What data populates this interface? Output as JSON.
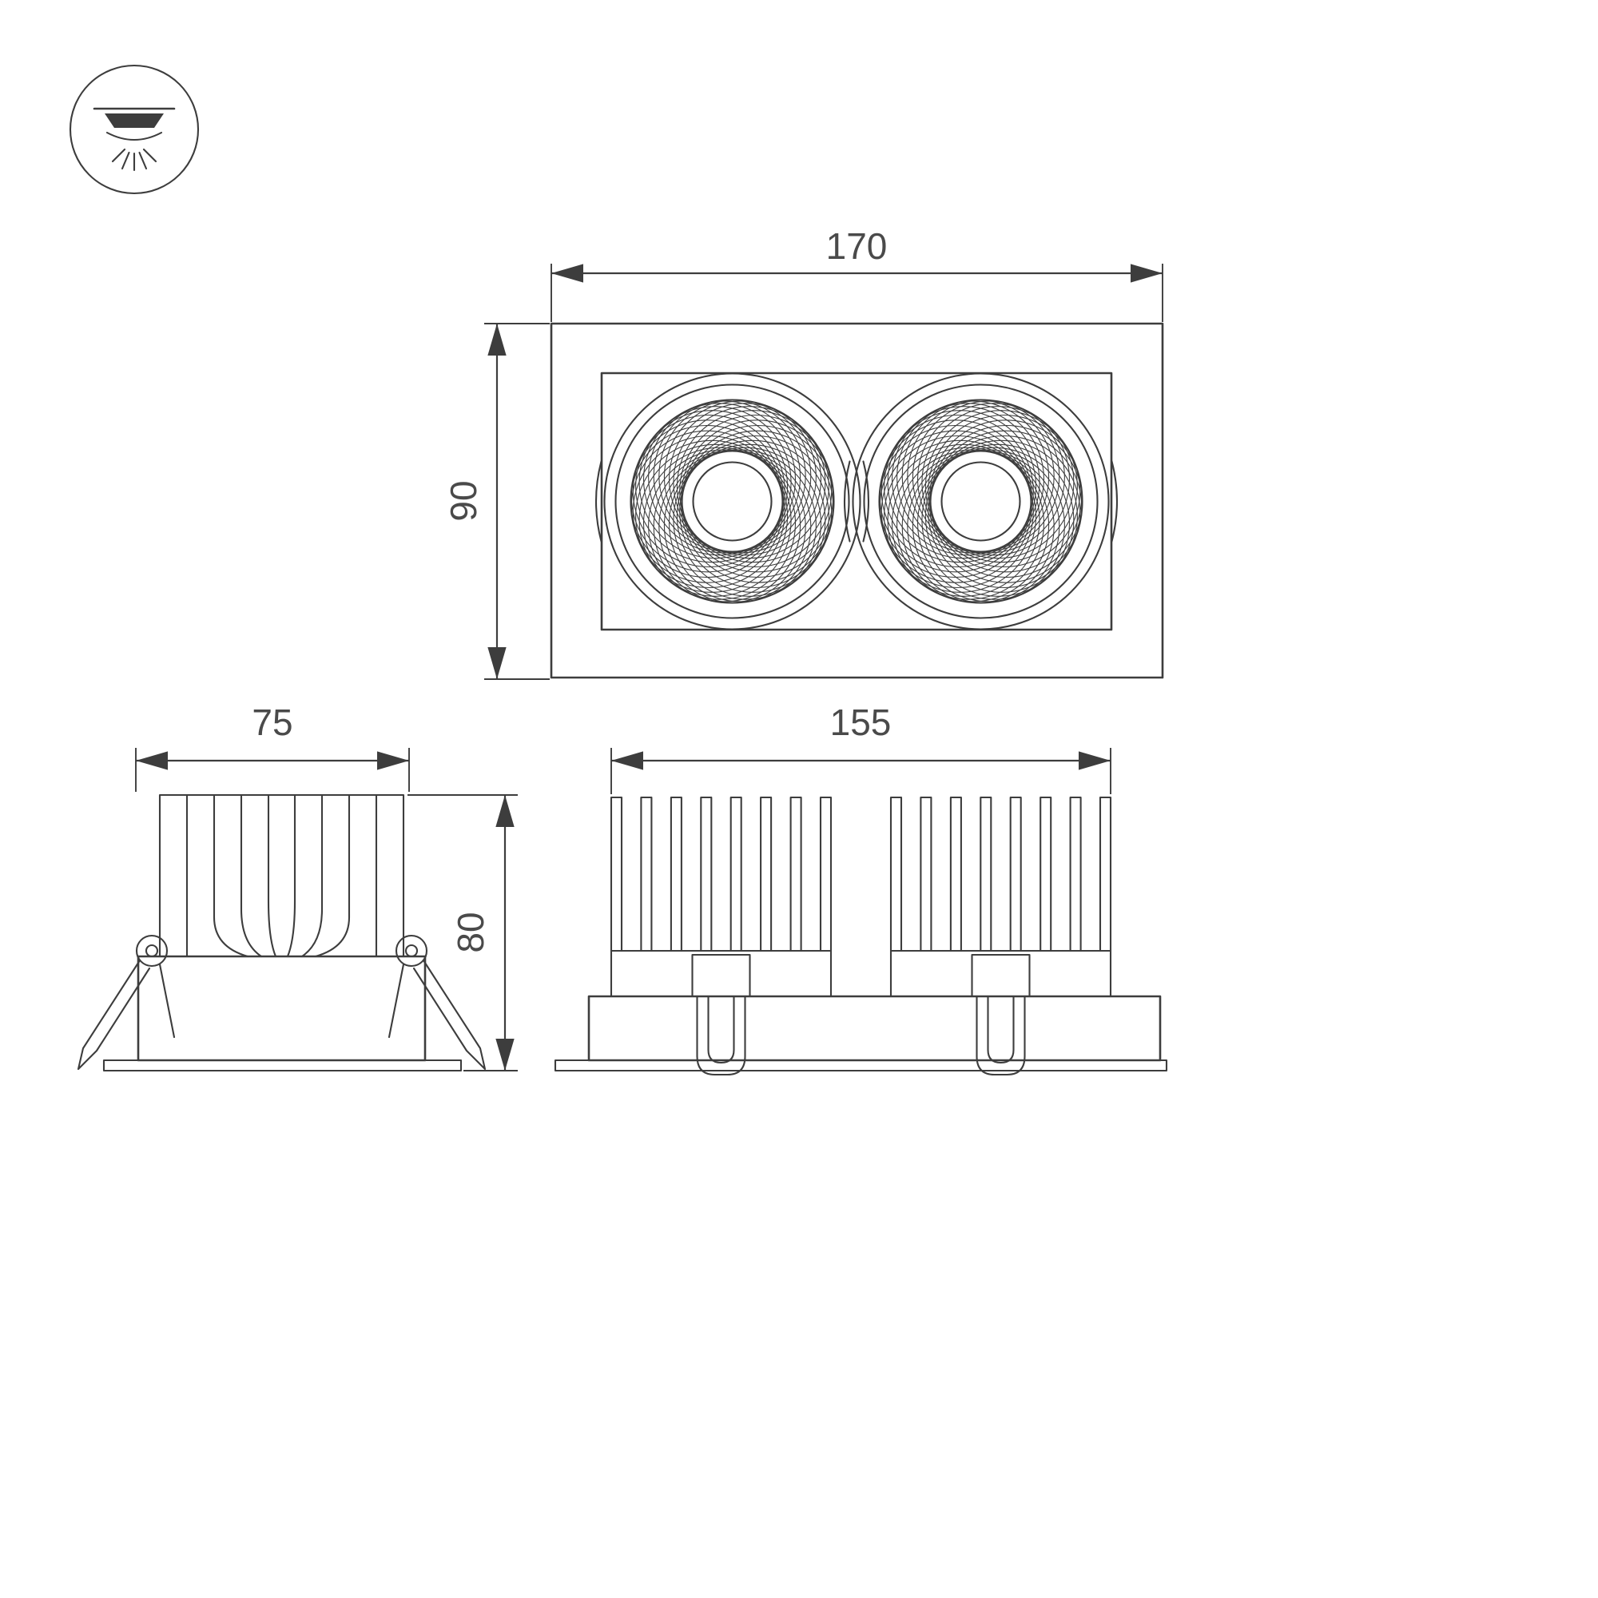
{
  "colors": {
    "line": "#3d3d3d",
    "dim_text": "#4a4a4a",
    "background": "#ffffff"
  },
  "icon": {
    "name": "recessed-downlight-icon"
  },
  "dimensions": {
    "front_width": "170",
    "front_height": "90",
    "side_width": "75",
    "side_height": "80",
    "rear_width": "155"
  }
}
